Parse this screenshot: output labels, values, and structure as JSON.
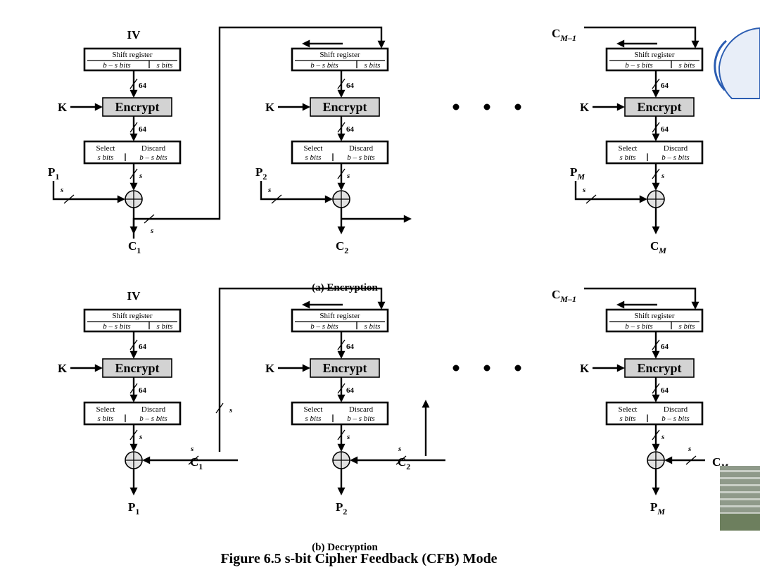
{
  "figure": {
    "title": "Figure 6.5  s-bit Cipher Feedback (CFB) Mode"
  },
  "labels": {
    "iv": "IV",
    "key": "K",
    "encrypt": "Encrypt",
    "shift_register": "Shift register",
    "b_minus_s_bits": "b – s bits",
    "s_bits": "s bits",
    "select": "Select",
    "discard": "Discard",
    "width_64": "64",
    "width_s": "s",
    "ellipsis": "• • •"
  },
  "encryption": {
    "caption": "(a) Encryption",
    "stages": [
      {
        "input": "IV",
        "plaintext": "P",
        "plaintext_sub": "1",
        "ciphertext": "C",
        "ciphertext_sub": "1"
      },
      {
        "input": "",
        "plaintext": "P",
        "plaintext_sub": "2",
        "ciphertext": "C",
        "ciphertext_sub": "2"
      },
      {
        "input": "C",
        "input_sub": "M–1",
        "plaintext": "P",
        "plaintext_sub": "M",
        "ciphertext": "C",
        "ciphertext_sub": "M"
      }
    ]
  },
  "decryption": {
    "caption": "(b) Decryption",
    "stages": [
      {
        "input": "IV",
        "ciphertext": "C",
        "ciphertext_sub": "1",
        "plaintext": "P",
        "plaintext_sub": "1"
      },
      {
        "input": "",
        "ciphertext": "C",
        "ciphertext_sub": "2",
        "plaintext": "P",
        "plaintext_sub": "2"
      },
      {
        "input": "C",
        "input_sub": "M–1",
        "ciphertext": "C",
        "ciphertext_sub": "M",
        "plaintext": "P",
        "plaintext_sub": "M"
      }
    ]
  },
  "colors": {
    "encrypt_fill": "#d3d3d3",
    "xor_fill": "#e2e2e2",
    "line": "#000000"
  }
}
